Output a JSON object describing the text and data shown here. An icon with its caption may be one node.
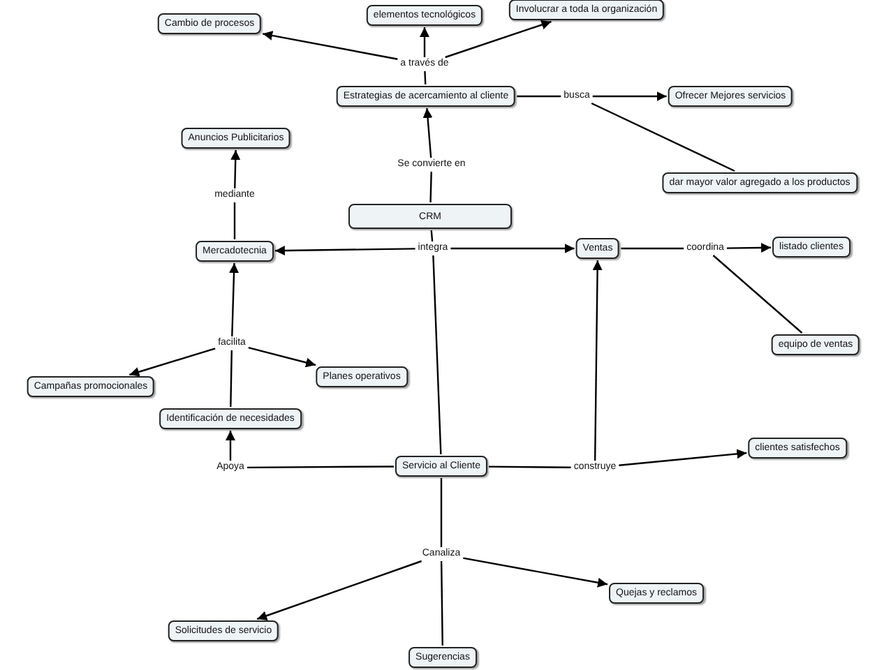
{
  "diagram": {
    "nodes": [
      {
        "text": [
          "Cambio de procesos"
        ]
      },
      {
        "text": [
          "elementos tecnológicos"
        ]
      },
      {
        "text": [
          "Involucrar a toda la organización"
        ]
      },
      {
        "text": [
          "a través de"
        ]
      },
      {
        "text": [
          "Estrategias de acercamiento al cliente"
        ]
      },
      {
        "text": [
          "busca"
        ]
      },
      {
        "text": [
          "Ofrecer Mejores servicios"
        ]
      },
      {
        "text": [
          "Anuncios Publicitarios"
        ]
      },
      {
        "text": [
          "Se convierte en"
        ]
      },
      {
        "text": [
          "dar mayor valor agregado a los productos"
        ]
      },
      {
        "text": [
          "mediante"
        ]
      },
      {
        "text": [
          "CRM"
        ]
      },
      {
        "text": [
          "Mercadotecnia"
        ]
      },
      {
        "text": [
          "integra"
        ]
      },
      {
        "text": [
          "Ventas"
        ]
      },
      {
        "text": [
          "coordina"
        ]
      },
      {
        "text": [
          "listado clientes"
        ]
      },
      {
        "text": [
          "facilita"
        ]
      },
      {
        "text": [
          "equipo de ventas"
        ]
      },
      {
        "text": [
          "Campañas promocionales"
        ]
      },
      {
        "text": [
          "Planes operativos"
        ]
      },
      {
        "text": [
          "Identificación de necesidades"
        ]
      },
      {
        "text": [
          "Apoya"
        ]
      },
      {
        "text": [
          "Servicio al Cliente"
        ]
      },
      {
        "text": [
          "construye"
        ]
      },
      {
        "text": [
          "clientes satisfechos"
        ]
      },
      {
        "text": [
          "Canaliza"
        ]
      },
      {
        "text": [
          "Quejas y reclamos"
        ]
      },
      {
        "text": [
          "Solicitudes de servicio"
        ]
      },
      {
        "text": [
          "Sugerencias"
        ]
      }
    ],
    "edges": [
      {
        "from": 11,
        "to": 8,
        "arrow": "none"
      },
      {
        "from": 8,
        "to": 4,
        "arrow": "to"
      },
      {
        "from": 4,
        "to": 3,
        "arrow": "none"
      },
      {
        "from": 3,
        "to": 0,
        "arrow": "to"
      },
      {
        "from": 3,
        "to": 1,
        "arrow": "to"
      },
      {
        "from": 3,
        "to": 2,
        "arrow": "to"
      },
      {
        "from": 4,
        "to": 5,
        "arrow": "none"
      },
      {
        "from": 5,
        "to": 6,
        "arrow": "to"
      },
      {
        "from": 5,
        "to": 9,
        "arrow": "none"
      },
      {
        "from": 11,
        "to": 13,
        "arrow": "none"
      },
      {
        "from": 13,
        "to": 12,
        "arrow": "to"
      },
      {
        "from": 13,
        "to": 14,
        "arrow": "to"
      },
      {
        "from": 13,
        "to": 23,
        "arrow": "none"
      },
      {
        "from": 12,
        "to": 10,
        "arrow": "none"
      },
      {
        "from": 10,
        "to": 7,
        "arrow": "to"
      },
      {
        "from": 14,
        "to": 15,
        "arrow": "none"
      },
      {
        "from": 15,
        "to": 16,
        "arrow": "to"
      },
      {
        "from": 15,
        "to": 18,
        "arrow": "none"
      },
      {
        "from": 21,
        "to": 17,
        "arrow": "none"
      },
      {
        "from": 17,
        "to": 12,
        "arrow": "to"
      },
      {
        "from": 17,
        "to": 19,
        "arrow": "to"
      },
      {
        "from": 17,
        "to": 20,
        "arrow": "to"
      },
      {
        "from": 23,
        "to": 22,
        "arrow": "none"
      },
      {
        "from": 22,
        "to": 21,
        "arrow": "to"
      },
      {
        "from": 23,
        "to": 24,
        "arrow": "none"
      },
      {
        "from": 24,
        "to": 14,
        "arrow": "to"
      },
      {
        "from": 24,
        "to": 25,
        "arrow": "to"
      },
      {
        "from": 23,
        "to": 26,
        "arrow": "none"
      },
      {
        "from": 26,
        "to": 28,
        "arrow": "to"
      },
      {
        "from": 26,
        "to": 27,
        "arrow": "to"
      },
      {
        "from": 26,
        "to": 29,
        "arrow": "none"
      }
    ]
  }
}
